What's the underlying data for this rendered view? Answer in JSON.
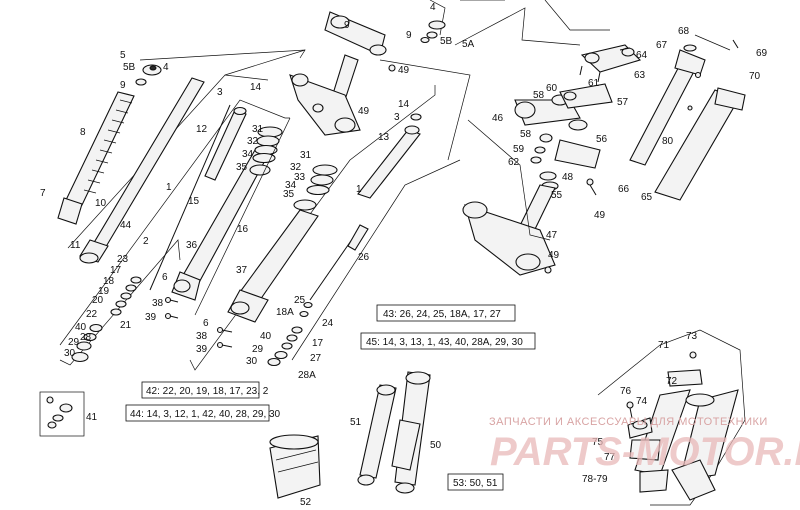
{
  "labels": {
    "l1": "1",
    "l1b": "1",
    "l2": "2",
    "l3": "3",
    "l3b": "3",
    "l4": "4",
    "l4b": "4",
    "l5": "5",
    "l5a": "5A",
    "l5b": "5B",
    "l5b2": "5B",
    "l6": "6",
    "l6b": "6",
    "l7": "7",
    "l8": "8",
    "l9": "9",
    "l9b": "9",
    "l10": "10",
    "l11": "11",
    "l12": "12",
    "l13": "13",
    "l14": "14",
    "l14b": "14",
    "l15": "15",
    "l16": "16",
    "l17": "17",
    "l17b": "17",
    "l18": "18",
    "l18a": "18A",
    "l19": "19",
    "l20": "20",
    "l21": "21",
    "l22": "22",
    "l23": "23",
    "l24": "24",
    "l25": "25",
    "l26": "26",
    "l27": "27",
    "l28": "28",
    "l28a": "28A",
    "l29": "29",
    "l29b": "29",
    "l30": "30",
    "l30b": "30",
    "l31": "31",
    "l31b": "31",
    "l32": "32",
    "l32b": "32",
    "l33": "33",
    "l34": "34",
    "l34b": "34",
    "l35": "35",
    "l35b": "35",
    "l36": "36",
    "l37": "37",
    "l38": "38",
    "l38b": "38",
    "l39": "39",
    "l39b": "39",
    "l40": "40",
    "l40b": "40",
    "l41": "41",
    "l44": "44",
    "l46": "46",
    "l47": "47",
    "l48": "48",
    "l49": "49",
    "l49b": "49",
    "l49c": "49",
    "l49d": "49",
    "l50": "50",
    "l51": "51",
    "l52": "52",
    "l55": "55",
    "l56": "56",
    "l57": "57",
    "l58": "58",
    "l58b": "58",
    "l59": "59",
    "l60": "60",
    "l61": "61",
    "l62": "62",
    "l63": "63",
    "l64": "64",
    "l65": "65",
    "l66": "66",
    "l67": "67",
    "l68": "68",
    "l69": "69",
    "l70": "70",
    "l71": "71",
    "l72": "72",
    "l73": "73",
    "l74": "74",
    "l75": "75",
    "l76": "76",
    "l77": "77",
    "l7879": "78-79",
    "l80": "80"
  },
  "legends": {
    "kit43": "43: 26, 24, 25, 18A, 17, 27",
    "kit45": "45: 14, 3, 13, 1, 43, 40, 28A, 29, 30",
    "kit42": "42: 22, 20, 19, 18, 17, 23, 2",
    "kit44": "44: 14, 3, 12, 1, 42, 40, 28, 29, 30",
    "kit53": "53: 50, 51"
  },
  "watermark": {
    "caption": "ЗАПЧАСТИ И АКСЕССУАРЫ ДЛЯ МОТОТЕХНИКИ",
    "site": "PARTS-MOTOR.RU"
  },
  "colors": {
    "ink": "#111111",
    "watermark": "#e9b9b9",
    "background": "#ffffff"
  }
}
